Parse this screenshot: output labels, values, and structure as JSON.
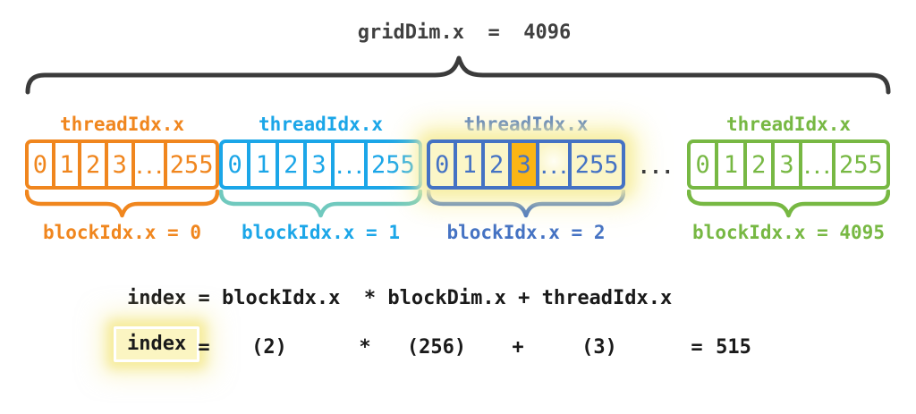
{
  "title": "gridDim.x  =  4096",
  "separator_ellipsis": "...",
  "colors": {
    "orange": "#F0861E",
    "cyan": "#1BA6E8",
    "cyan_brace_teal": "#70C9BE",
    "blue": "#4472C4",
    "green": "#77B843",
    "brace_dark": "#3B3B3B",
    "highlight_fill": "#FBF6C8",
    "highlight_cell": "#FBB514",
    "glow": "#F6EC9C",
    "text_dark": "#1A1A1A"
  },
  "groups": [
    {
      "thread_label": "threadIdx.x",
      "cells": [
        "0",
        "1",
        "2",
        "3",
        "...",
        "255"
      ],
      "block_label": "blockIdx.x = 0"
    },
    {
      "thread_label": "threadIdx.x",
      "cells": [
        "0",
        "1",
        "2",
        "3",
        "...",
        "255"
      ],
      "block_label": "blockIdx.x = 1"
    },
    {
      "thread_label": "threadIdx.x",
      "cells": [
        "0",
        "1",
        "2",
        "3",
        "...",
        "255"
      ],
      "block_label": "blockIdx.x = 2",
      "highlighted": "true",
      "highlighted_cell": "3"
    },
    {
      "thread_label": "threadIdx.x",
      "cells": [
        "0",
        "1",
        "2",
        "3",
        "...",
        "255"
      ],
      "block_label": "blockIdx.x = 4095"
    }
  ],
  "formulas": {
    "general": "index = blockIdx.x  * blockDim.x + threadIdx.x",
    "example": {
      "lhs": "index",
      "equals": "=",
      "block_idx": "(2)",
      "times": "*",
      "block_dim": "(256)",
      "plus": "+",
      "thread_idx": "(3)",
      "equals2": "=",
      "result": "515"
    }
  }
}
